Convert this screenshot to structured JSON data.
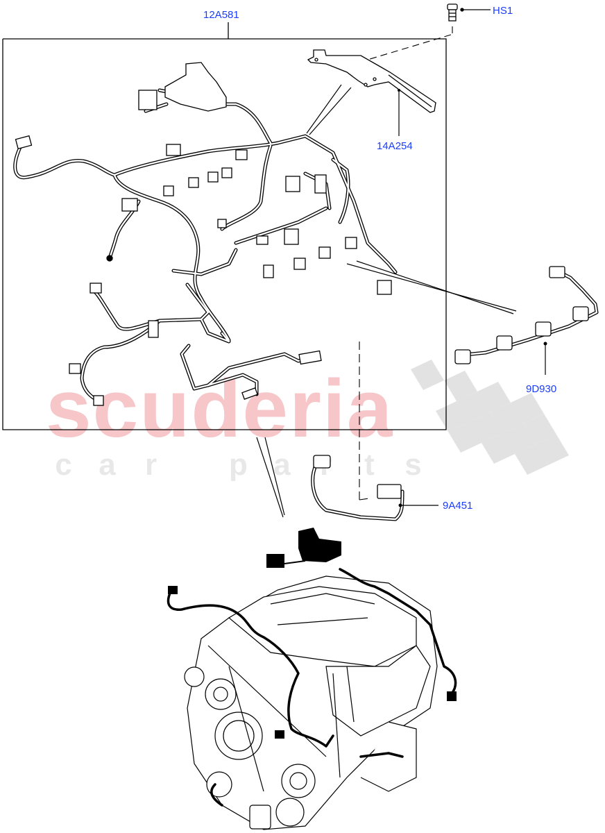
{
  "diagram": {
    "type": "exploded-parts-diagram",
    "subject": "Engine wiring harness assembly",
    "parts": [
      {
        "id": "12A581",
        "label": "12A581",
        "description": "main engine wiring harness (boxed group)"
      },
      {
        "id": "HS1",
        "label": "HS1",
        "description": "bolt"
      },
      {
        "id": "14A254",
        "label": "14A254",
        "description": "harness support bracket"
      },
      {
        "id": "9D930",
        "label": "9D930",
        "description": "ignition coil harness"
      },
      {
        "id": "9A451",
        "label": "9A451",
        "description": "short jumper harness"
      }
    ],
    "label_color": "#1a3cff",
    "line_color": "#000000"
  },
  "watermark": {
    "brand": "scuderia",
    "tagline_letters": [
      "c",
      "a",
      "r",
      " ",
      "p",
      "a",
      "r",
      "t",
      "s"
    ],
    "brand_color": "#f7c6c8",
    "tagline_color": "#e8e8e8",
    "flag_color": "#e0e0e0"
  }
}
